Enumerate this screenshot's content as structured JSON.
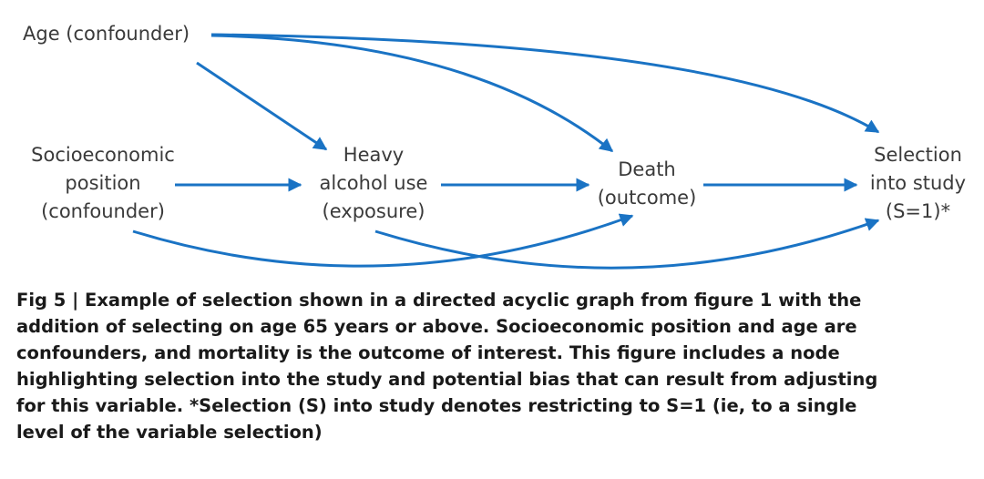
{
  "colors": {
    "arrow": "#1a73c4",
    "node_text": "#3a3a3a",
    "caption_text": "#1a1a1a"
  },
  "nodes": {
    "age": [
      "Age (confounder)"
    ],
    "socioeconomic": [
      "Socioeconomic",
      "position",
      "(confounder)"
    ],
    "alcohol": [
      "Heavy",
      "alcohol use",
      "(exposure)"
    ],
    "death": [
      "Death",
      "(outcome)"
    ],
    "selection": [
      "Selection",
      "into study",
      "(S=1)*"
    ]
  },
  "edges": [
    {
      "from": "age",
      "to": "alcohol"
    },
    {
      "from": "age",
      "to": "death"
    },
    {
      "from": "age",
      "to": "selection"
    },
    {
      "from": "socioeconomic",
      "to": "alcohol"
    },
    {
      "from": "socioeconomic",
      "to": "death"
    },
    {
      "from": "alcohol",
      "to": "death"
    },
    {
      "from": "alcohol",
      "to": "selection"
    },
    {
      "from": "death",
      "to": "selection"
    }
  ],
  "caption": [
    "Fig 5 | Example of selection shown in a directed acyclic graph from figure 1 with the",
    "addition of selecting on age 65 years or above. Socioeconomic position and age are",
    "confounders, and mortality is the outcome of interest. This figure includes a node",
    "highlighting selection into the study and potential bias that can result from adjusting",
    "for this variable. *Selection (S) into study denotes restricting to S=1 (ie, to a single",
    "level of the variable selection)"
  ]
}
